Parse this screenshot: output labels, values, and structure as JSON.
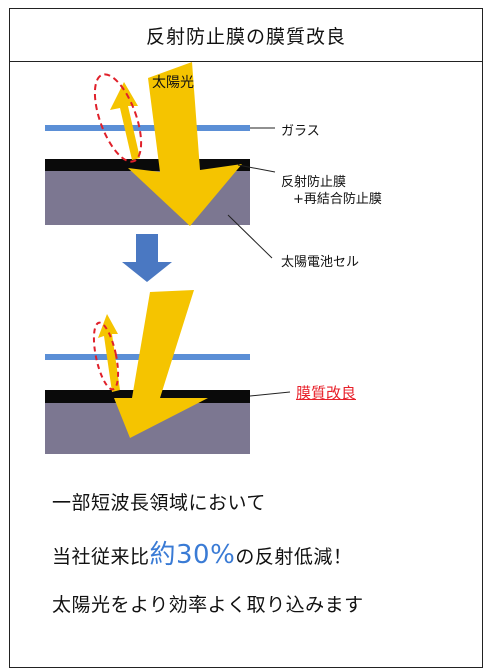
{
  "title": "反射防止膜の膜質改良",
  "labels": {
    "sunlight": "太陽光",
    "glass": "ガラス",
    "ar_film_line1": "反射防止膜",
    "ar_film_line2": "+再結合防止膜",
    "solar_cell": "太陽電池セル",
    "improved": "膜質改良"
  },
  "captions": {
    "line1": "一部短波長領域において",
    "line2_prefix": "当社従来比",
    "line2_highlight": "約30%",
    "line2_suffix": "の反射低減！",
    "line3": "太陽光をより効率よく取り込みます"
  },
  "colors": {
    "glass": "#5b8fd6",
    "film": "#0a0a0a",
    "cell": "#7c7791",
    "sun_arrow": "#f5c400",
    "down_arrow": "#4a78c2",
    "reflection_circle": "#e0202a",
    "highlight_text": "#3a7bd5"
  }
}
